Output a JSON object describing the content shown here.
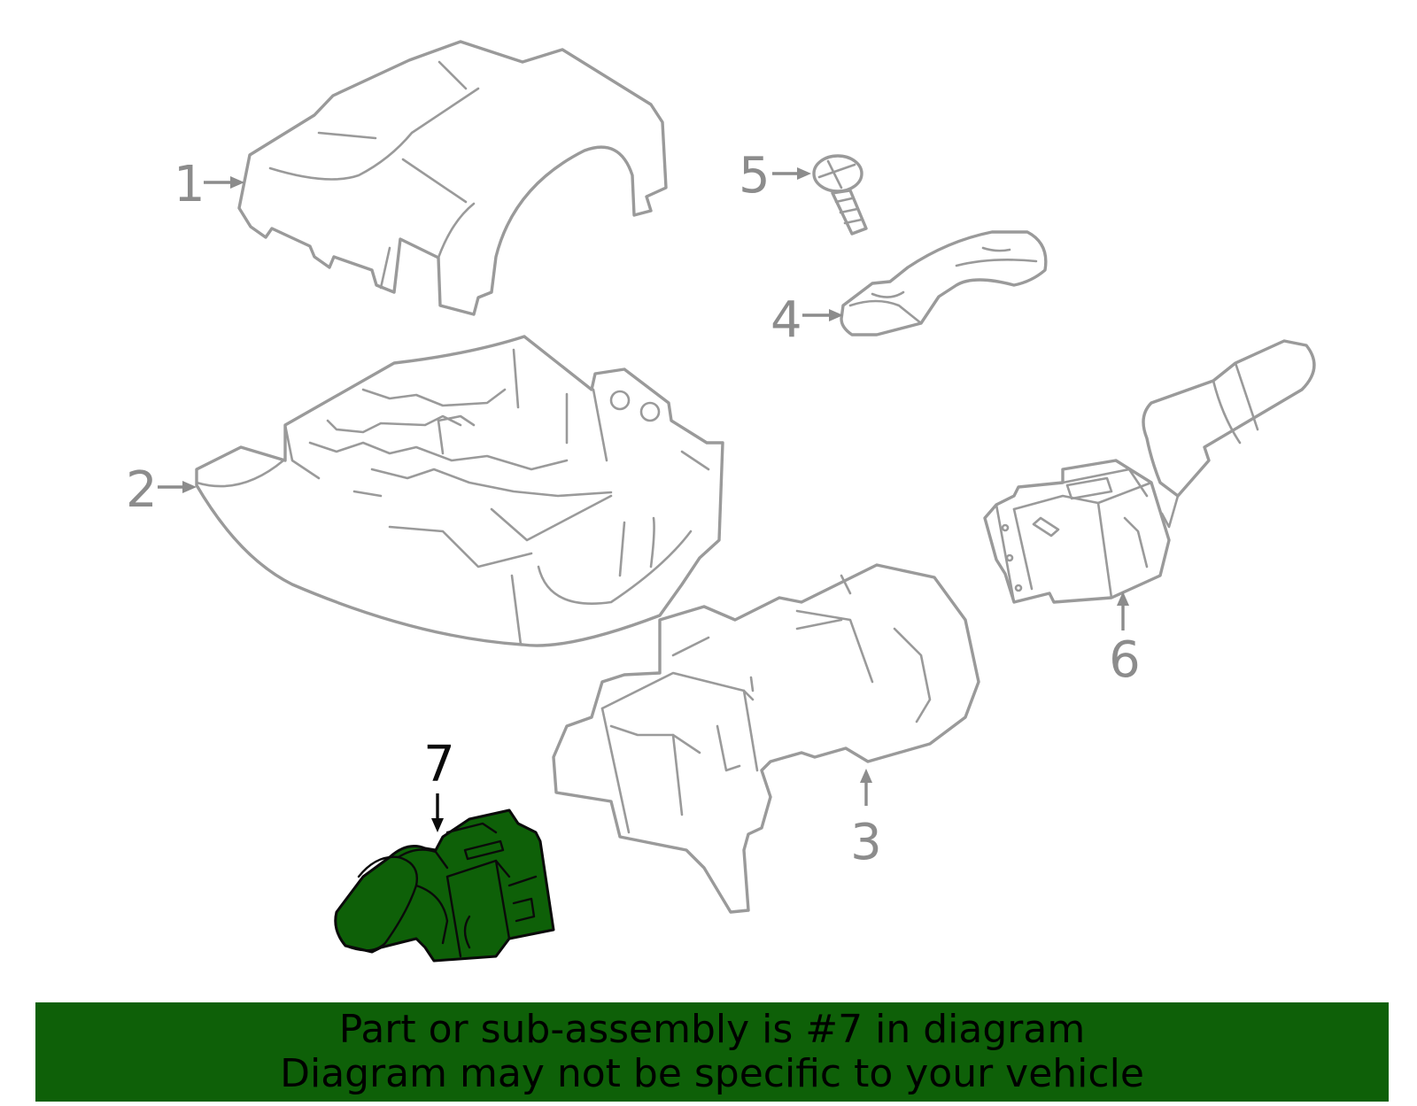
{
  "callouts": [
    {
      "id": "1",
      "label": "1",
      "highlighted": false
    },
    {
      "id": "2",
      "label": "2",
      "highlighted": false
    },
    {
      "id": "3",
      "label": "3",
      "highlighted": false
    },
    {
      "id": "4",
      "label": "4",
      "highlighted": false
    },
    {
      "id": "5",
      "label": "5",
      "highlighted": false
    },
    {
      "id": "6",
      "label": "6",
      "highlighted": false
    },
    {
      "id": "7",
      "label": "7",
      "highlighted": true
    }
  ],
  "banner": {
    "line1": "Part or sub-assembly is #7 in diagram",
    "line2": "Diagram may not be specific to your vehicle",
    "color": "#0e6008"
  },
  "colors": {
    "line_art": "#9a9a9a",
    "highlight_fill": "#0e6008",
    "highlight_outline": "#0a0a0a",
    "background": "#ffffff"
  }
}
